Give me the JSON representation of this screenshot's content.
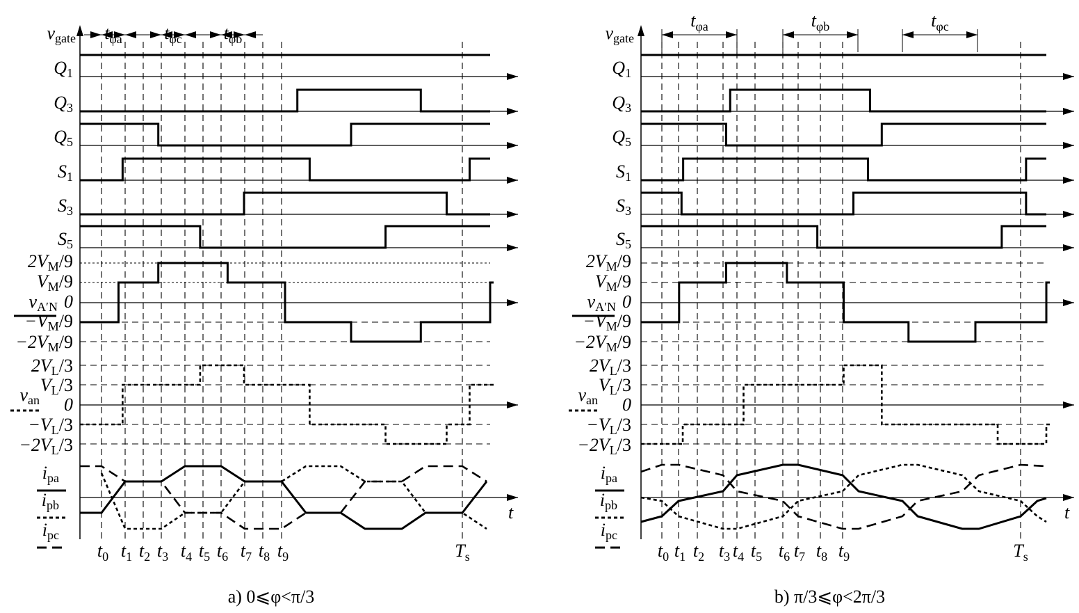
{
  "panels": [
    {
      "id": "a",
      "caption": "a) 0⩽φ<π/3",
      "intervals": [
        {
          "main": "t",
          "sub": "φa"
        },
        {
          "main": "t",
          "sub": "φc"
        },
        {
          "main": "t",
          "sub": "φb"
        }
      ],
      "gates": {
        "Q1": [
          [
            0,
            1
          ],
          [
            0.094,
            1
          ]
        ],
        "Q3": [
          [
            0,
            0
          ],
          [
            0.53,
            1
          ],
          [
            0.831,
            0
          ]
        ],
        "Q5": [
          [
            0,
            1
          ],
          [
            0.191,
            0
          ],
          [
            0.661,
            1
          ]
        ],
        "S1": [
          [
            0,
            0
          ],
          [
            0.104,
            1
          ],
          [
            0.56,
            0
          ],
          [
            0.95,
            1
          ]
        ],
        "S3": [
          [
            0,
            0
          ],
          [
            0.4,
            1
          ],
          [
            0.894,
            0
          ]
        ],
        "S5": [
          [
            0,
            1
          ],
          [
            0.293,
            0
          ],
          [
            0.745,
            1
          ]
        ]
      },
      "van_levels": [
        [
          0,
          -1
        ],
        [
          0.104,
          1
        ],
        [
          0.293,
          2
        ],
        [
          0.4,
          1
        ],
        [
          0.56,
          -1
        ],
        [
          0.745,
          -2
        ],
        [
          0.894,
          -1
        ],
        [
          0.95,
          1
        ]
      ],
      "vAN_levels": [
        [
          0,
          -1
        ],
        [
          0.094,
          1
        ],
        [
          0.191,
          2
        ],
        [
          0.36,
          1
        ],
        [
          0.5,
          -1
        ],
        [
          0.661,
          -2
        ],
        [
          0.831,
          -1
        ],
        [
          1,
          1
        ]
      ],
      "tick_labels": [
        "t0",
        "t1",
        "t2",
        "t3",
        "t4",
        "t5",
        "t6",
        "t7",
        "t8",
        "t9",
        "Ts"
      ]
    },
    {
      "id": "b",
      "caption": "b) π/3⩽φ<2π/3",
      "intervals": [
        {
          "main": "t",
          "sub": "φa"
        },
        {
          "main": "t",
          "sub": "φb"
        },
        {
          "main": "t",
          "sub": "φc"
        }
      ],
      "gates": {
        "Q1": [
          [
            0,
            1
          ],
          [
            0.094,
            1
          ]
        ],
        "Q3": [
          [
            0,
            0
          ],
          [
            0.22,
            1
          ],
          [
            0.565,
            0
          ]
        ],
        "Q5": [
          [
            0,
            1
          ],
          [
            0.21,
            0
          ],
          [
            0.594,
            1
          ]
        ],
        "S1": [
          [
            0,
            0
          ],
          [
            0.104,
            1
          ],
          [
            0.56,
            0
          ],
          [
            0.95,
            1
          ]
        ],
        "S3": [
          [
            0,
            1
          ],
          [
            0.1,
            0
          ],
          [
            0.524,
            1
          ],
          [
            0.95,
            0
          ]
        ],
        "S5": [
          [
            0,
            1
          ],
          [
            0.435,
            0
          ],
          [
            0.89,
            1
          ]
        ]
      },
      "van_levels": [
        [
          0,
          -2
        ],
        [
          0.103,
          -1
        ],
        [
          0.253,
          1
        ],
        [
          0.5,
          2
        ],
        [
          0.594,
          -1
        ],
        [
          0.88,
          -2
        ],
        [
          1,
          -1
        ]
      ],
      "vAN_levels": [
        [
          0,
          -1
        ],
        [
          0.094,
          1
        ],
        [
          0.21,
          2
        ],
        [
          0.36,
          1
        ],
        [
          0.5,
          -1
        ],
        [
          0.66,
          -2
        ],
        [
          0.825,
          -1
        ],
        [
          1,
          1
        ]
      ],
      "tick_labels": [
        "t0",
        "t1",
        "t2",
        "t3",
        "t4",
        "t5",
        "t6",
        "t7",
        "t8",
        "t9",
        "Ts"
      ]
    }
  ],
  "labels": {
    "vgate_main": "v",
    "vgate_sub": "gate",
    "Q1": "Q",
    "Q1_sub": "1",
    "Q3": "Q",
    "Q3_sub": "3",
    "Q5": "Q",
    "Q5_sub": "5",
    "S1": "S",
    "S1_sub": "1",
    "S3": "S",
    "S3_sub": "3",
    "S5": "S",
    "S5_sub": "5",
    "vM_2": "2V",
    "vM_2_sub": "M",
    "vM_2_tail": "/9",
    "vM_1": "V",
    "vM_1_sub": "M",
    "vM_1_tail": "/9",
    "vAN_main": "v",
    "vAN_sub": "A′N",
    "zero": "0",
    "vM_m1": "−V",
    "vM_m1_sub": "M",
    "vM_m1_tail": "/9",
    "vM_m2": "−2V",
    "vM_m2_sub": "M",
    "vM_m2_tail": "/9",
    "vL_2": "2V",
    "vL_2_sub": "L",
    "vL_2_tail": "/3",
    "vL_1": "V",
    "vL_1_sub": "L",
    "vL_1_tail": "/3",
    "van_main": "v",
    "van_sub": "an",
    "vL_m1": "−V",
    "vL_m1_sub": "L",
    "vL_m1_tail": "/3",
    "vL_m2": "−2V",
    "vL_m2_sub": "L",
    "vL_m2_tail": "/3",
    "ipa": "i",
    "ipa_sub": "pa",
    "ipb": "i",
    "ipb_sub": "pb",
    "ipc": "i",
    "ipc_sub": "pc",
    "t_axis": "t"
  }
}
